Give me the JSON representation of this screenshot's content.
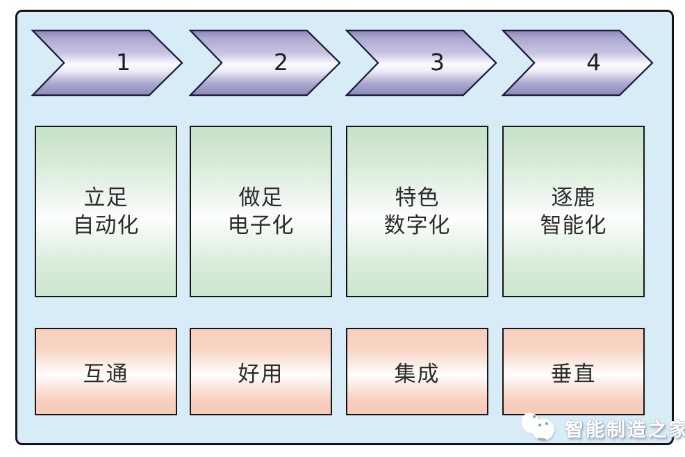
{
  "diagram": {
    "columns": [
      {
        "step": "1",
        "phase_line1": "立足",
        "phase_line2": "自动化",
        "feature": "互通"
      },
      {
        "step": "2",
        "phase_line1": "做足",
        "phase_line2": "电子化",
        "feature": "好用"
      },
      {
        "step": "3",
        "phase_line1": "特色",
        "phase_line2": "数字化",
        "feature": "集成"
      },
      {
        "step": "4",
        "phase_line1": "逐鹿",
        "phase_line2": "智能化",
        "feature": "垂直"
      }
    ],
    "watermark": {
      "icon": "chat-bubbles-icon",
      "text": "智能制造之家"
    },
    "colors": {
      "panel_bg": "#d8ecf8",
      "panel_border": "#141414",
      "arrow_purple": "#908cbb",
      "arrow_highlight": "#ffffff",
      "arrow_border": "#1e1e3c",
      "green_box": "#c6e2c8",
      "pink_box": "#f7cfbe",
      "box_border": "#161616",
      "text": "#2c2c2c",
      "watermark_text": "#ffffff"
    }
  }
}
